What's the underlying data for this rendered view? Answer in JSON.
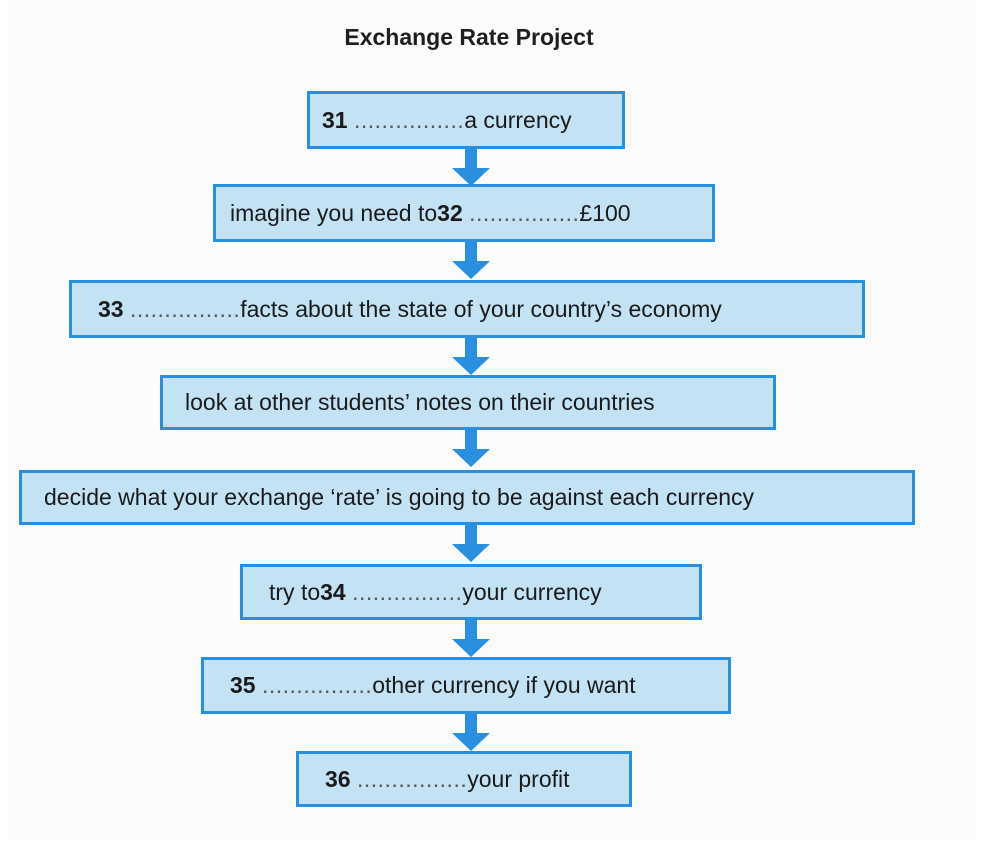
{
  "title": "Exchange Rate Project",
  "steps": [
    {
      "num": "31",
      "text_before": "",
      "dots": "................",
      "text_after": " a currency"
    },
    {
      "num": "32",
      "text_before": "imagine you need to ",
      "dots": "................",
      "text_after": " £100"
    },
    {
      "num": "33",
      "text_before": "",
      "dots": "................",
      "text_after": " facts about the state of your country’s economy"
    },
    {
      "num": "",
      "text_before": "look at other students’ notes on their countries",
      "dots": "",
      "text_after": ""
    },
    {
      "num": "",
      "text_before": "decide what your exchange ‘rate’ is going to be against each currency",
      "dots": "",
      "text_after": ""
    },
    {
      "num": "34",
      "text_before": "try to ",
      "dots": "................",
      "text_after": " your currency"
    },
    {
      "num": "35",
      "text_before": "",
      "dots": "................",
      "text_after": " other currency if you want"
    },
    {
      "num": "36",
      "text_before": "",
      "dots": "................",
      "text_after": " your profit"
    }
  ],
  "colors": {
    "box_fill": "#c3e2f4",
    "box_border": "#2b8fe1",
    "arrow": "#2b8fe1"
  }
}
